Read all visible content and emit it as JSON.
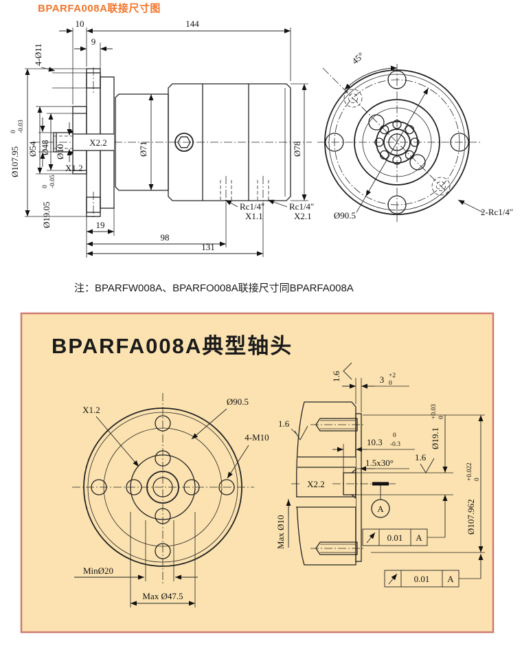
{
  "header": {
    "title": "BPARFA008A联接尺寸图"
  },
  "note": {
    "text": "注：BPARFW008A、BPARFO008A联接尺寸同BPARFA008A"
  },
  "colors": {
    "title_orange": "#f0762b",
    "panel_bg": "#fbe2b0",
    "panel_border": "#cd7b6e",
    "line": "#222222"
  },
  "side_view": {
    "dim_10": "10",
    "dim_144": "144",
    "dim_9": "9",
    "dim_4xd11": "4-Ø11",
    "dim_d107_95": "Ø107.95",
    "tol_d107_95_hi": "0",
    "tol_d107_95_lo": "-0.03",
    "dim_d54": "Ø54",
    "dim_d48": "Ø48",
    "dim_d10": "Ø10",
    "dim_d19_05": "Ø19.05",
    "tol_d19_05_hi": "0",
    "tol_d19_05_lo": "-0.05",
    "label_x22": "X2.2",
    "label_x12": "X1.2",
    "dim_d71": "Ø71",
    "dim_d78": "Ø78",
    "port1_line1": "Rc1/4″",
    "port1_line2": "X1.1",
    "port2_line1": "Rc1/4″",
    "port2_line2": "X2.1",
    "dim_19": "19",
    "dim_98": "98",
    "dim_131": "131"
  },
  "front_view": {
    "dim_45": "45°",
    "dim_d90_5": "Ø90.5",
    "label_ports": "2-Rc1/4″"
  },
  "panel": {
    "title": "BPARFA008A典型轴头",
    "shaft_front": {
      "label_x12": "X1.2",
      "dim_d90_5": "Ø90.5",
      "label_4m10": "4-M10",
      "dim_min20": "MinØ20",
      "dim_max47_5": "Max Ø47.5"
    },
    "shaft_section": {
      "finish_top": "1.6",
      "finish_left": "1.6",
      "finish_mid": "1.6",
      "dim_3": "3",
      "tol_3_hi": "+2",
      "tol_3_lo": "0",
      "dim_10_3": "10.3",
      "tol_10_3_hi": "0",
      "tol_10_3_lo": "-0.3",
      "dim_chamfer": "1.5x30°",
      "label_x22": "X2.2",
      "dim_max_d10": "Max Ø10",
      "dim_d19_1": "Ø19.1",
      "tol_d19_1_hi": "+0.03",
      "tol_d19_1_lo": "0",
      "dim_d107_962": "Ø107.962",
      "tol_d107_962_hi": "+0.022",
      "tol_d107_962_lo": "0",
      "datum": "A",
      "runout1_value": "0.01",
      "runout1_datum": "A",
      "runout2_value": "0.01",
      "runout2_datum": "A"
    }
  }
}
